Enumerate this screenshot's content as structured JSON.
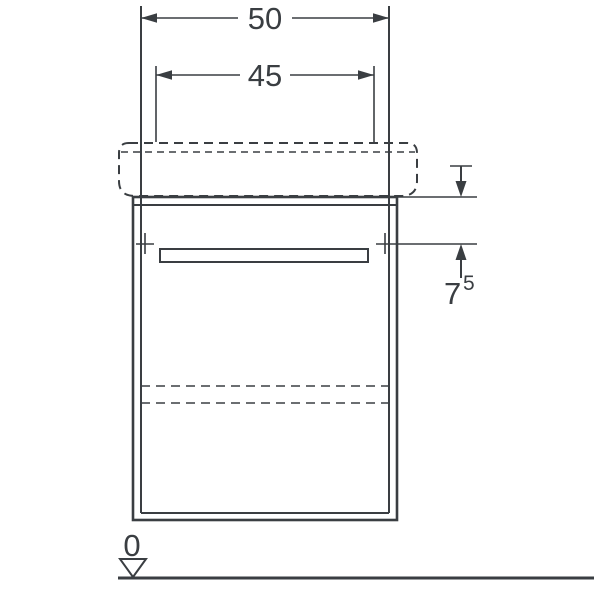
{
  "colors": {
    "line": "#3a3e42",
    "background": "#ffffff"
  },
  "dimensions": {
    "outer_width": "50",
    "inner_width": "45",
    "offset_value": "7",
    "offset_superscript": "5",
    "datum": "0"
  }
}
